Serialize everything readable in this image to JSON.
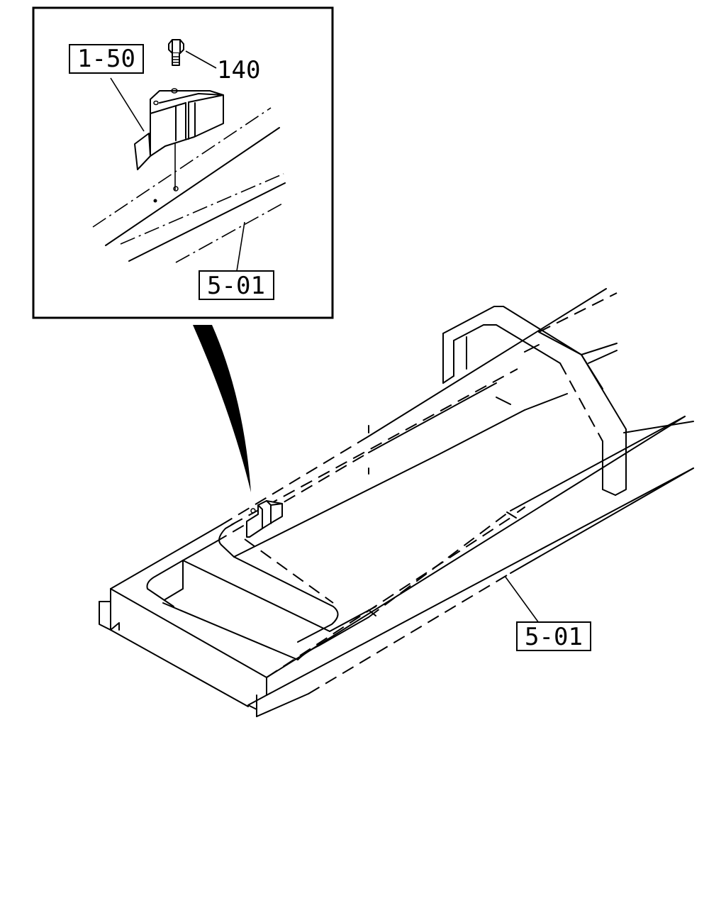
{
  "diagram": {
    "callouts": {
      "detail_part": "1-50",
      "detail_bolt": "140",
      "detail_frame": "5-01",
      "main_frame": "5-01"
    }
  }
}
